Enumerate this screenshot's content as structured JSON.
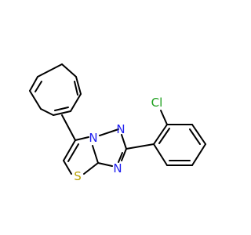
{
  "molecule": {
    "atoms": [
      {
        "id": "Cl",
        "label": "Cl",
        "color": "#1fa01f"
      },
      {
        "id": "N1",
        "label": "N",
        "color": "#2020f0"
      },
      {
        "id": "N2",
        "label": "N",
        "color": "#2020f0"
      },
      {
        "id": "N3",
        "label": "N",
        "color": "#2020f0"
      },
      {
        "id": "S",
        "label": "S",
        "color": "#b8a000"
      }
    ],
    "bond_color": "#000000"
  }
}
